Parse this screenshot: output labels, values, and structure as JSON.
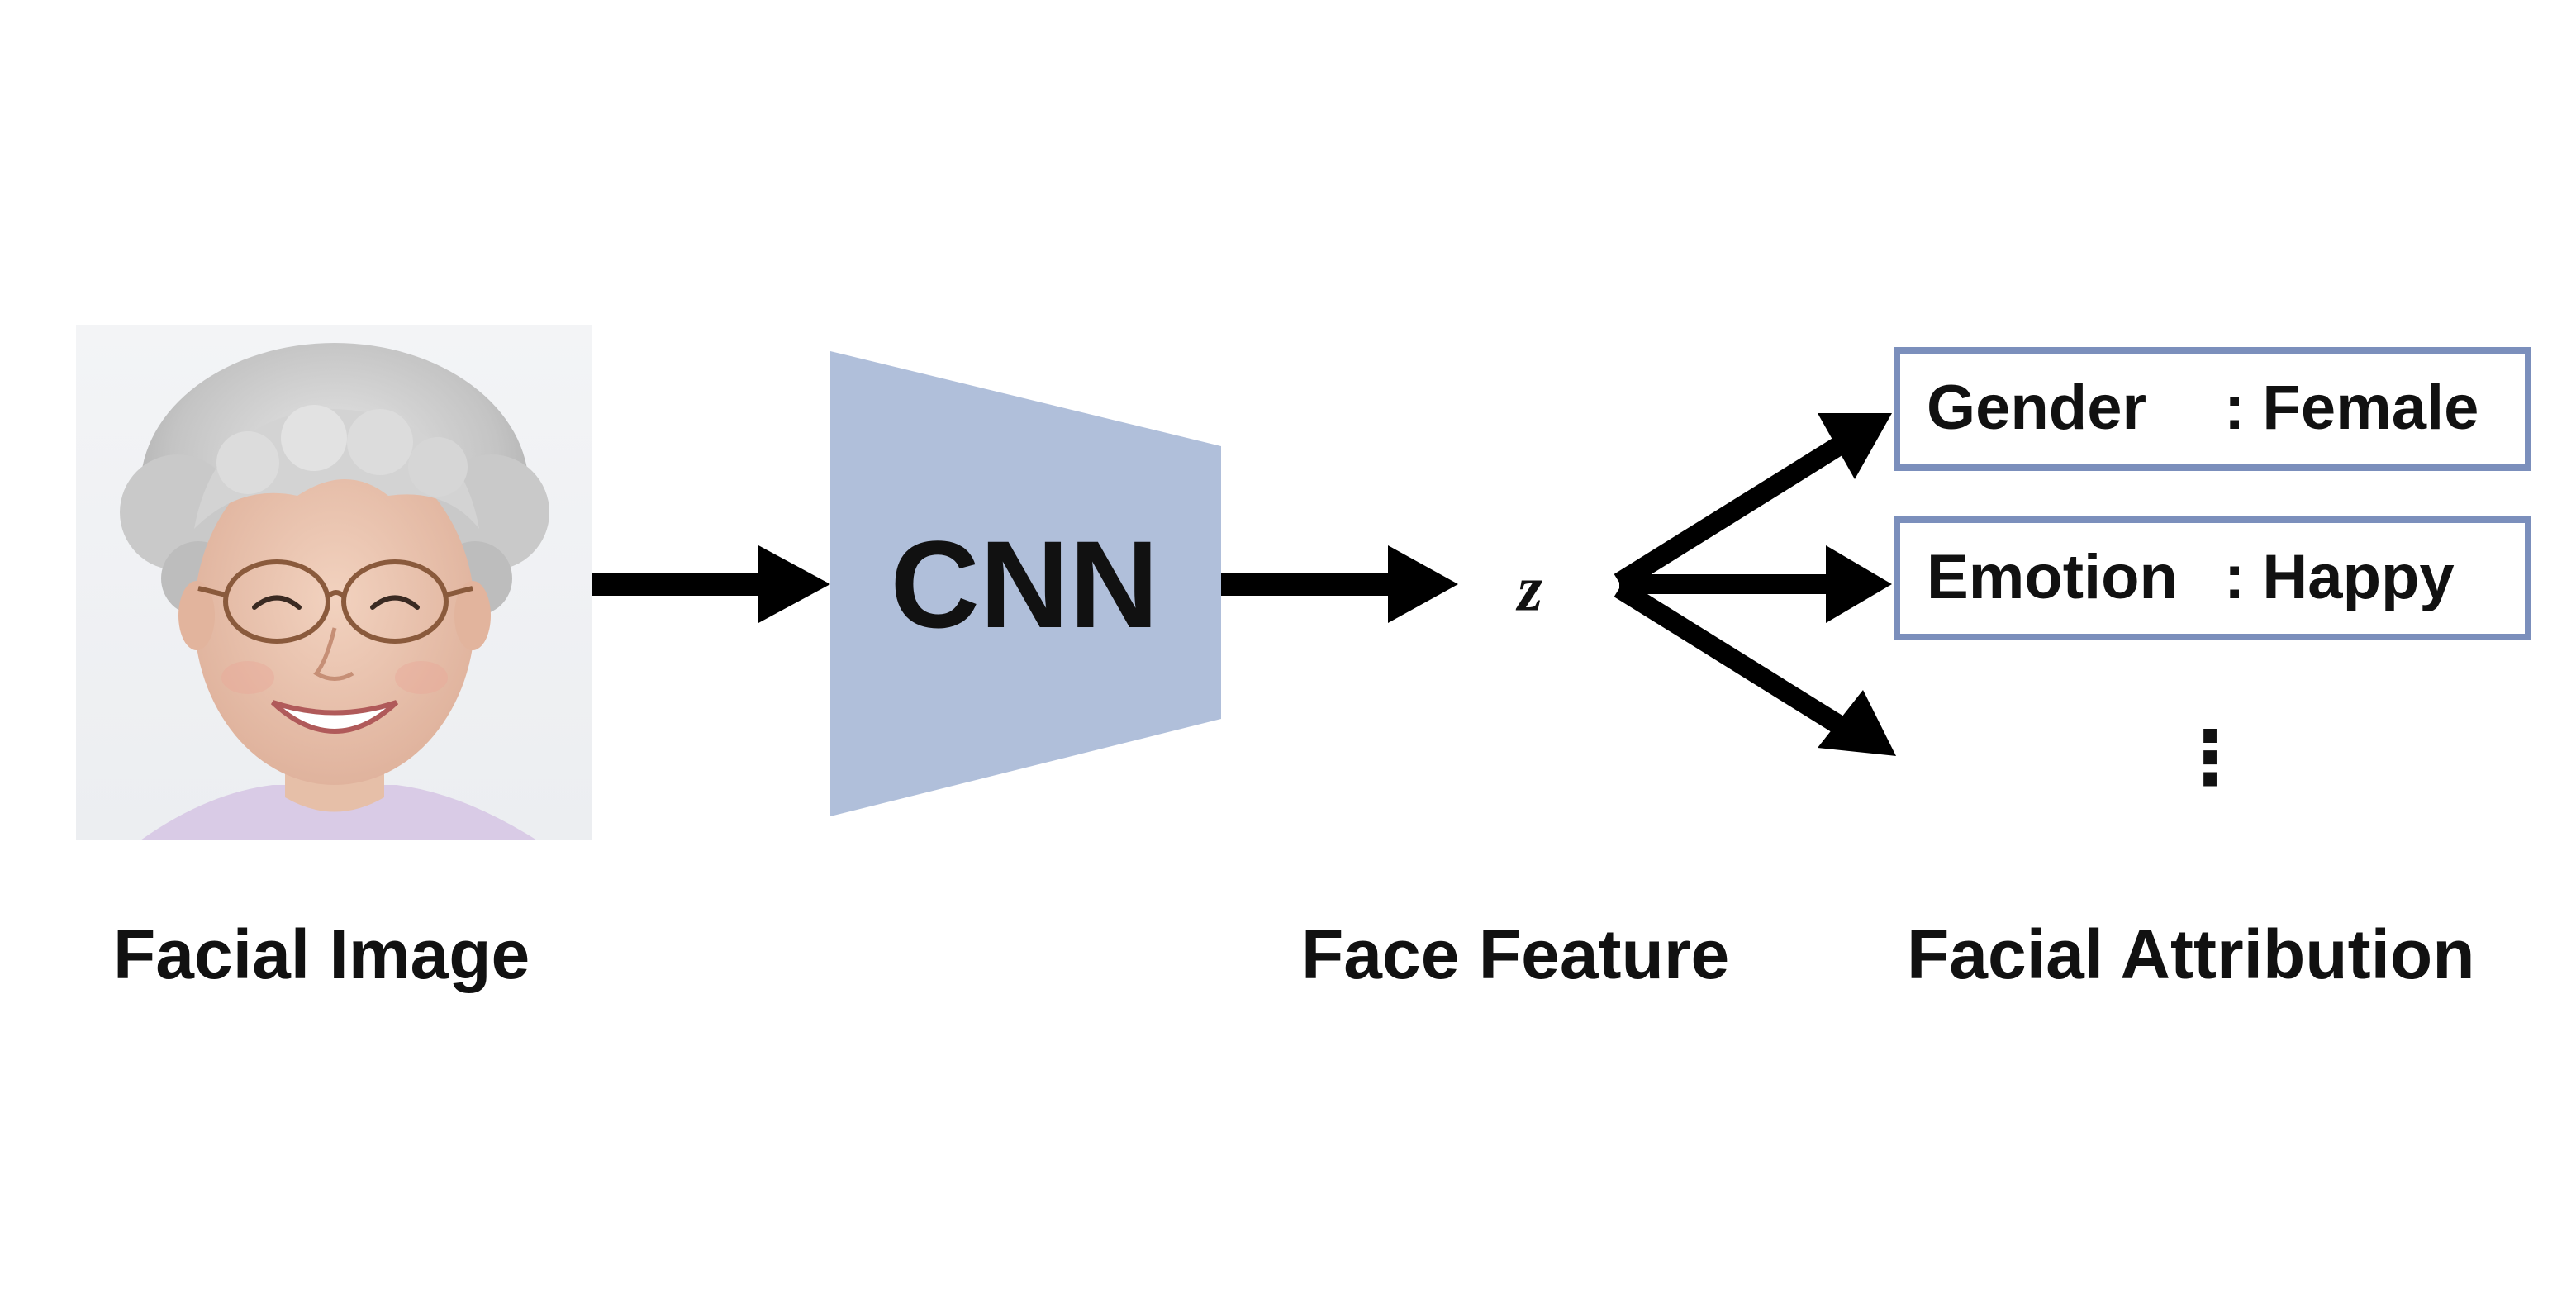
{
  "cnn_label": "CNN",
  "feature_symbol": "z",
  "captions": {
    "image": "Facial Image",
    "feature": "Face Feature",
    "attribution": "Facial Attribution"
  },
  "attributes": [
    {
      "name": "Gender",
      "value": ": Female"
    },
    {
      "name": "Emotion",
      "value": ": Happy"
    }
  ],
  "more_marker": "⋮",
  "colors": {
    "cnn_fill": "#b0bfda",
    "box_border": "#7b8fbc",
    "arrow": "#000000",
    "text": "#111111"
  }
}
